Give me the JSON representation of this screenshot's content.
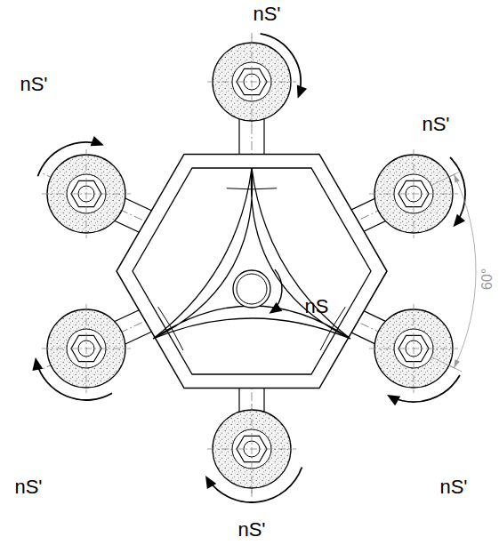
{
  "diagram": {
    "labels": [
      "nS'",
      "nS'",
      "nS'",
      "60°",
      "nS",
      "nS'",
      "nS'",
      "nS'"
    ]
  }
}
